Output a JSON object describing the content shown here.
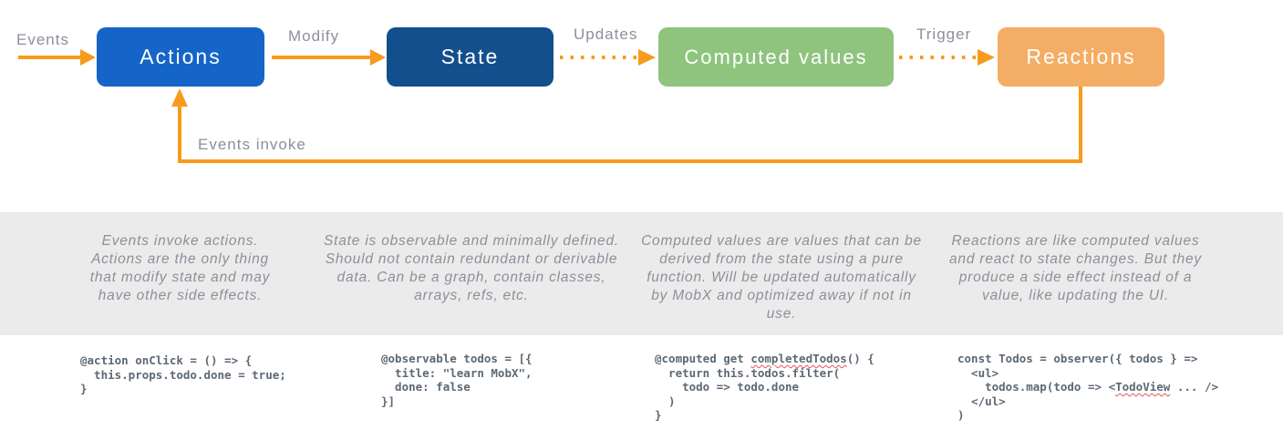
{
  "diagram": {
    "boxes": [
      {
        "id": "actions",
        "label": "Actions",
        "color": "#1565c8"
      },
      {
        "id": "state",
        "label": "State",
        "color": "#134f8d"
      },
      {
        "id": "computed",
        "label": "Computed values",
        "color": "#8ec47d"
      },
      {
        "id": "reactions",
        "label": "Reactions",
        "color": "#f4ad64"
      }
    ],
    "arrow_color": "#f79b1c",
    "labels": {
      "events": "Events",
      "modify": "Modify",
      "updates": "Updates",
      "trigger": "Trigger",
      "events_invoke": "Events invoke"
    }
  },
  "descriptions": {
    "actions": "Events invoke actions. Actions are the only thing that modify state and may have other side effects.",
    "state": "State is observable and minimally defined. Should not contain redundant or derivable data. Can be a graph, contain classes, arrays, refs, etc.",
    "computed": "Computed values are values that can be derived from the state using a pure function. Will be updated automatically by MobX and optimized away if not in use.",
    "reactions": "Reactions are like computed values and react to state changes. But they produce a side effect instead of a value, like updating the UI."
  },
  "code": {
    "c1": {
      "before": "@action onClick = () => {\n  this.props.todo.done = true;\n}",
      "squiggle": "",
      "after": ""
    },
    "c2": {
      "before": "@observable todos = [{\n  title: \"learn MobX\",\n  done: false\n}]",
      "squiggle": "",
      "after": ""
    },
    "c3": {
      "before": "@computed get ",
      "squiggle": "completedTodos",
      "after": "() {\n  return this.todos.filter(\n    todo => todo.done\n  )\n}"
    },
    "c4": {
      "before": "const Todos = observer({ todos } =>\n  <ul>\n    todos.map(todo => <",
      "squiggle": "TodoView",
      "after": " ... />\n  </ul>\n)"
    }
  }
}
